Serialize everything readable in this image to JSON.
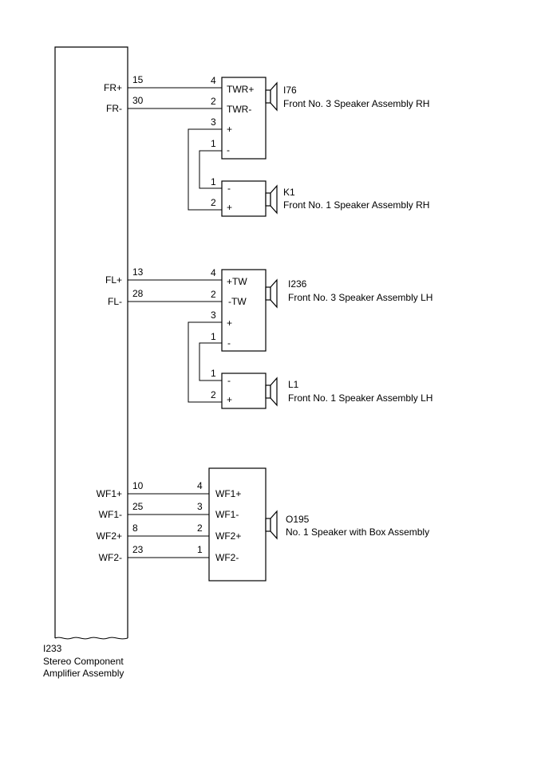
{
  "amplifier": {
    "code": "I233",
    "name_line1": "Stereo Component",
    "name_line2": "Amplifier Assembly",
    "signals": {
      "fr_plus": "FR+",
      "fr_minus": "FR-",
      "fl_plus": "FL+",
      "fl_minus": "FL-",
      "wf1_plus": "WF1+",
      "wf1_minus": "WF1-",
      "wf2_plus": "WF2+",
      "wf2_minus": "WF2-"
    },
    "pins": {
      "fr_plus": "15",
      "fr_minus": "30",
      "fl_plus": "13",
      "fl_minus": "28",
      "wf1_plus": "10",
      "wf1_minus": "25",
      "wf2_plus": "8",
      "wf2_minus": "23"
    }
  },
  "i76": {
    "code": "I76",
    "name": "Front No. 3 Speaker Assembly RH",
    "terminals": {
      "t4": "TWR+",
      "t2": "TWR-",
      "t3": "+",
      "t1": "-"
    },
    "pins": {
      "p4": "4",
      "p2": "2",
      "p3": "3",
      "p1": "1"
    }
  },
  "k1": {
    "code": "K1",
    "name": "Front No. 1 Speaker Assembly RH",
    "terminals": {
      "t1": "-",
      "t2": "+"
    },
    "pins": {
      "p1": "1",
      "p2": "2"
    }
  },
  "i236": {
    "code": "I236",
    "name": "Front No. 3 Speaker Assembly LH",
    "terminals": {
      "t4": "+TW",
      "t2": "-TW",
      "t3": "+",
      "t1": "-"
    },
    "pins": {
      "p4": "4",
      "p2": "2",
      "p3": "3",
      "p1": "1"
    }
  },
  "l1": {
    "code": "L1",
    "name": "Front No. 1 Speaker Assembly LH",
    "terminals": {
      "t1": "-",
      "t2": "+"
    },
    "pins": {
      "p1": "1",
      "p2": "2"
    }
  },
  "o195": {
    "code": "O195",
    "name": "No. 1 Speaker with Box Assembly",
    "terminals": {
      "t4": "WF1+",
      "t3": "WF1-",
      "t2": "WF2+",
      "t1": "WF2-"
    },
    "pins": {
      "p4": "4",
      "p3": "3",
      "p2": "2",
      "p1": "1"
    }
  }
}
